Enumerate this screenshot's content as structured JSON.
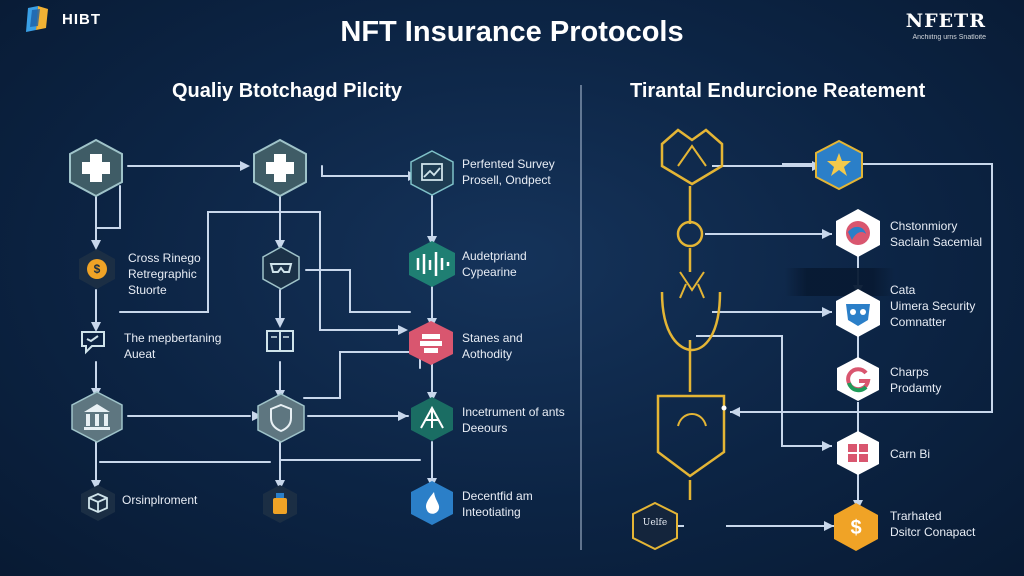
{
  "header": {
    "logo_text": "HIBT",
    "title": "NFT Insurance Protocols",
    "brand_name": "NFETR",
    "brand_sub": "Anchiitng urns Snatloite"
  },
  "sections": {
    "left_title": "Qualiy Btotchagd Pilcity",
    "right_title": "Tirantal Endurcione Reatement"
  },
  "left_labels": {
    "top_right": [
      "Perfented Survey",
      "Prosell, Ondpect"
    ],
    "cross": [
      "Cross Rinego",
      "Retregraphic",
      "Stuorte"
    ],
    "audit": [
      "Audetpriand",
      "Cypearine"
    ],
    "repl": [
      "The mepbertaning",
      "Aueat"
    ],
    "sanes": [
      "Stanes and",
      "Aothodity"
    ],
    "instru": [
      "Incetrument of ants",
      "Deeours"
    ],
    "onsip": [
      "Orsinplroment"
    ],
    "decent": [
      "Decentfid am",
      "Inteotiating"
    ]
  },
  "right_labels": {
    "custom": [
      "Chstonmiory",
      "Saclain Sacemial"
    ],
    "cata": [
      "Cata",
      "Uimera Security",
      "Comnatter"
    ],
    "charps": [
      "Charps",
      "Prodamty"
    ],
    "canb": [
      "Carn Bi"
    ],
    "tranh": [
      "Trarhated",
      "Dsitcr Conapact"
    ]
  },
  "badges": {
    "bottom_left_badge": "Uelfe"
  },
  "colors": {
    "background": "#0c2444",
    "line": "#c8d7eb",
    "gold": "#e4b535",
    "hex_slate": "#5e7680",
    "hex_teal": "#1f7f73",
    "hex_pink": "#d9566f",
    "hex_blue": "#2b7fc8",
    "hex_orange": "#f0a326",
    "hex_dark": "#1b2e44"
  }
}
